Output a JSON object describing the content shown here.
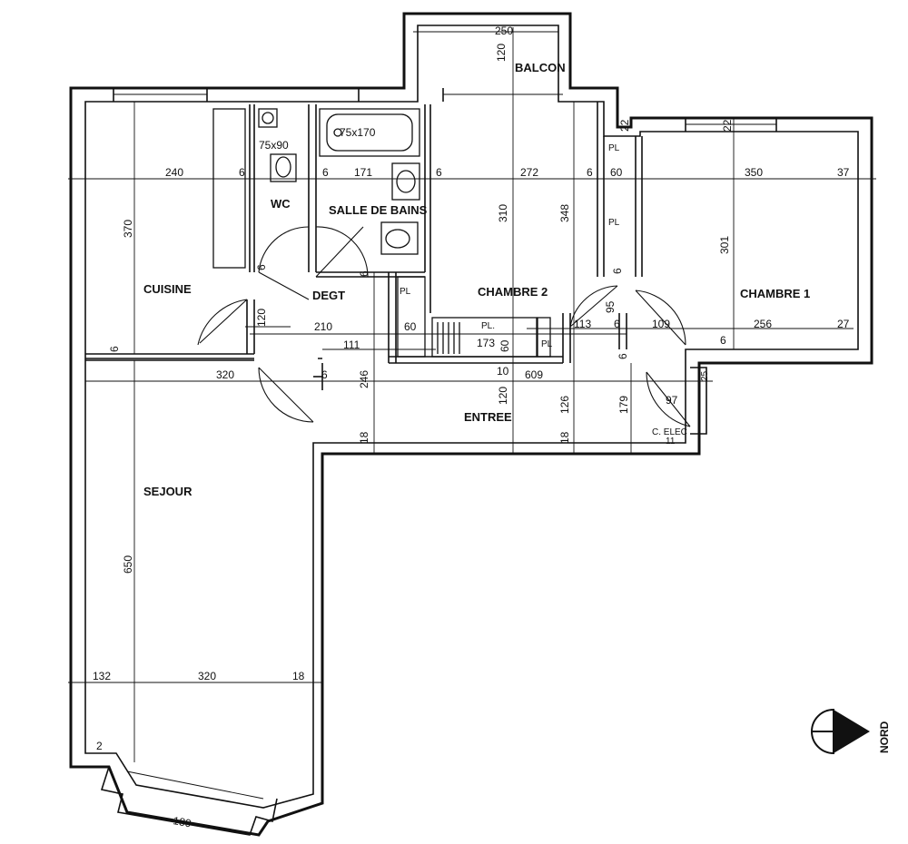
{
  "plan": {
    "rooms": {
      "balcon": "BALCON",
      "cuisine": "CUISINE",
      "wc": "WC",
      "salle_de_bains": "SALLE DE BAINS",
      "degt": "DEGT",
      "chambre_2": "CHAMBRE 2",
      "chambre_1": "CHAMBRE 1",
      "entree": "ENTREE",
      "sejour": "SEJOUR"
    },
    "fixtures": {
      "wc_size": "75x90",
      "bath_size": "75x170",
      "placard": "PL",
      "placard_dot": "PL.",
      "elec_label": "C. ELEC",
      "elec_value": "11"
    },
    "dimensions": {
      "balcon_width": "250",
      "balcon_depth": "120",
      "w_240": "240",
      "w_6a": "6",
      "w_6b": "6",
      "w_171": "171",
      "w_6c": "6",
      "w_272": "272",
      "w_6d": "6",
      "w_60a": "60",
      "w_350": "350",
      "w_37": "37",
      "v_22a": "22",
      "v_22b": "22",
      "v_370": "370",
      "v_310": "310",
      "v_348": "348",
      "v_301": "301",
      "v_6a": "6",
      "v_6b": "6",
      "v_6c": "6",
      "v_120a": "120",
      "w_210": "210",
      "w_60b": "60",
      "w_173": "173",
      "v_60": "60",
      "v_95": "95",
      "w_113": "113",
      "w_6e": "6",
      "w_109": "109",
      "w_256": "256",
      "w_27": "27",
      "w_6f": "6",
      "v_6d": "6",
      "w_111": "111",
      "w_6g": "6",
      "w_320a": "320",
      "w_6h": "6",
      "v_246": "246",
      "w_10": "10",
      "w_609": "609",
      "v_120b": "120",
      "v_126": "126",
      "v_179": "179",
      "w_97": "97",
      "v_25": "25",
      "v_18a": "18",
      "v_18b": "18",
      "v_650": "650",
      "w_132": "132",
      "w_320b": "320",
      "w_18": "18",
      "w_2": "2",
      "w_180": "180"
    },
    "compass": "NORD"
  }
}
